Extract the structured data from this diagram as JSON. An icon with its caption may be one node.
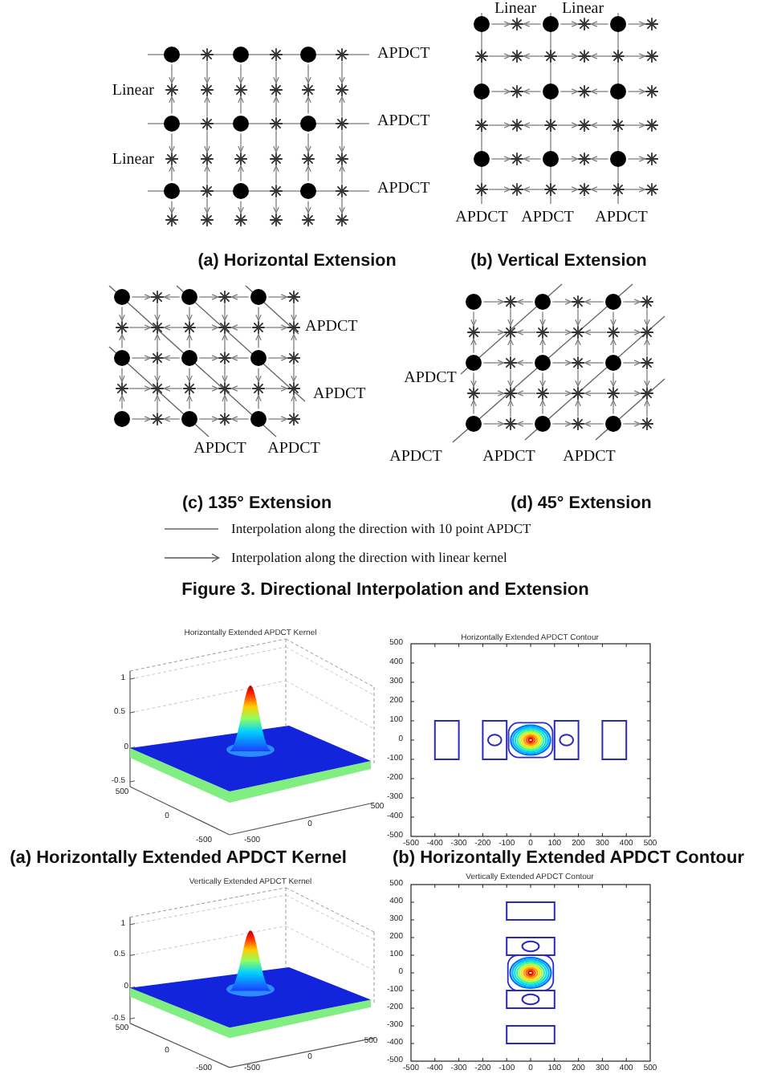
{
  "diagram": {
    "caption": "Figure 3. Directional Interpolation and Extension",
    "labels": [
      "APDCT",
      "Linear",
      "APDCT",
      "Linear",
      "APDCT",
      "Linear",
      "Linear",
      "APDCT",
      "APDCT",
      "APDCT",
      "(a) Horizontal Extension",
      "(b) Vertical Extension",
      "APDCT",
      "APDCT",
      "APDCT",
      "APDCT",
      "APDCT",
      "APDCT",
      "APDCT",
      "APDCT",
      "(c) 135° Extension",
      "(d) 45° Extension",
      "Horizontally Extended APDCT Kernel",
      "1",
      "0.5",
      "0",
      "-0.5",
      "500",
      "0",
      "-500",
      "-500",
      "0",
      "500",
      "Horizontally Extended APDCT Contour",
      "500",
      "400",
      "300",
      "200",
      "100",
      "0",
      "-100",
      "-200",
      "-300",
      "-400",
      "-500",
      "-500",
      "-400",
      "-300",
      "-200",
      "-100",
      "0",
      "100",
      "200",
      "300",
      "400",
      "500",
      "(a) Horizontally Extended APDCT Kernel",
      "(b) Horizontally Extended APDCT Contour",
      "Vertically Extended APDCT Kernel",
      "1",
      "0.5",
      "0",
      "-0.5",
      "500",
      "0",
      "-500",
      "-500",
      "0",
      "500",
      "Vertically Extended APDCT Contour",
      "500",
      "400",
      "300",
      "200",
      "100",
      "0",
      "-100",
      "-200",
      "-300",
      "-400",
      "-500",
      "-500",
      "-400",
      "-300",
      "-200",
      "-100",
      "0",
      "100",
      "200",
      "300",
      "400",
      "500"
    ],
    "legend": [
      {
        "text": "Interpolation along the direction with 10 point APDCT"
      },
      {
        "text": "Interpolation along the direction with linear kernel"
      }
    ]
  }
}
